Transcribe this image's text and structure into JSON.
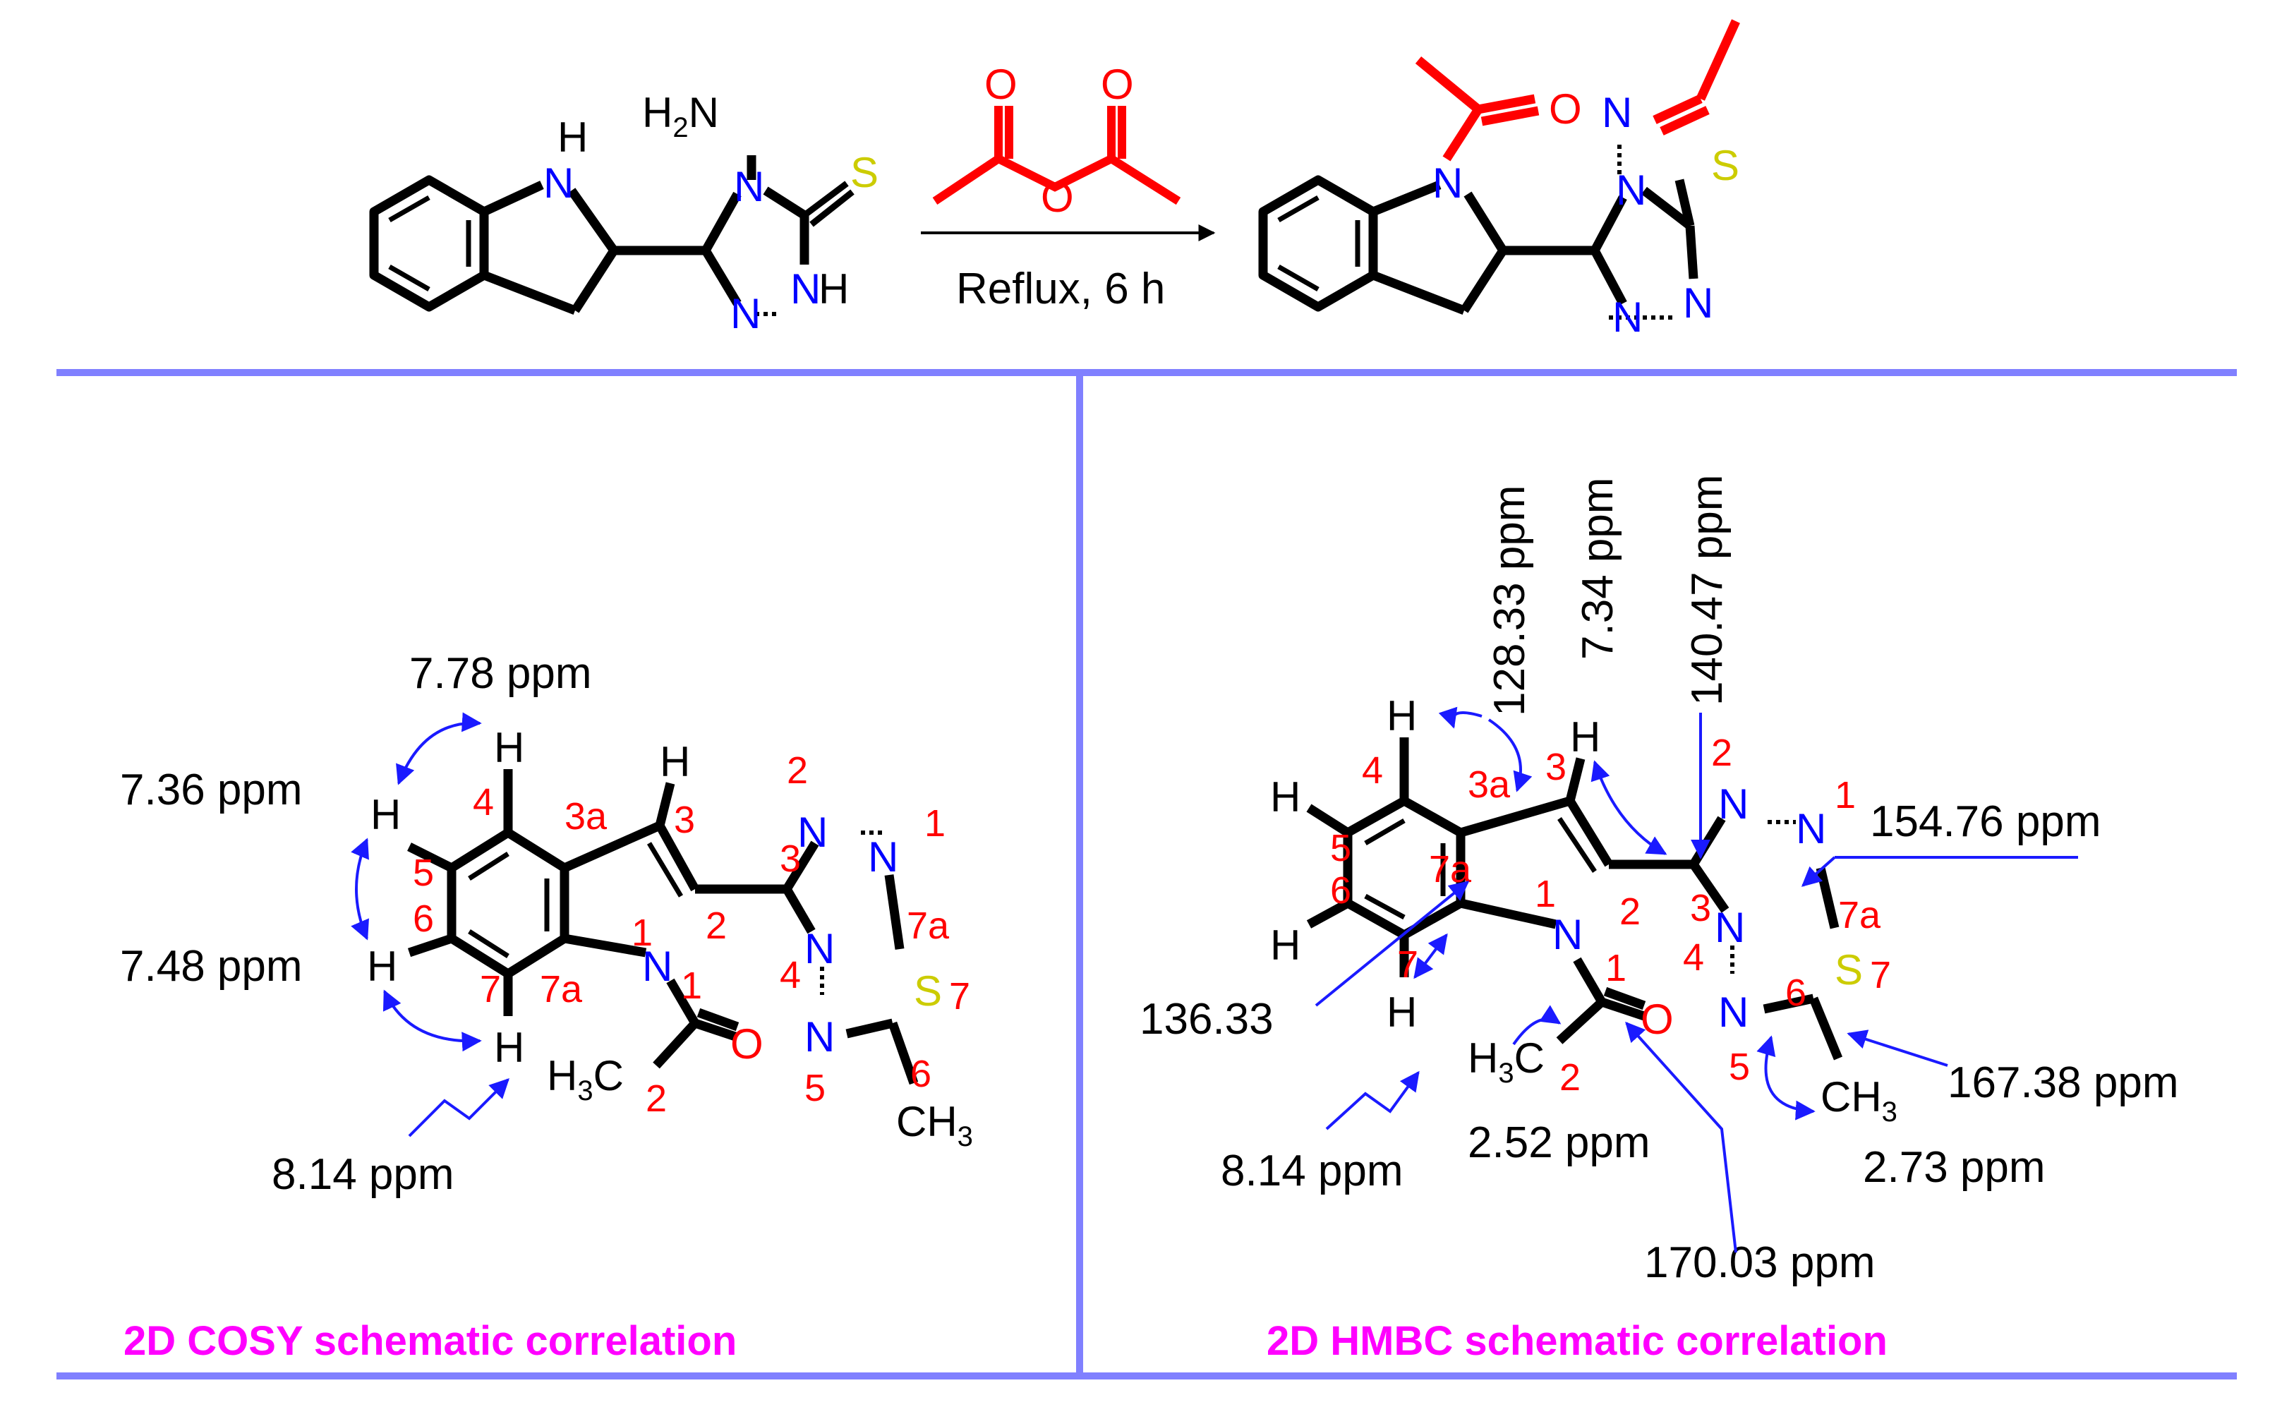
{
  "reaction": {
    "condition": "Reflux, 6 h",
    "reagent_oxygen": "O"
  },
  "cosy": {
    "caption": "2D COSY schematic correlation",
    "shifts": [
      "7.78 ppm",
      "7.36 ppm",
      "7.48 ppm",
      "8.14 ppm"
    ],
    "numbers": [
      "4",
      "3a",
      "3",
      "5",
      "6",
      "7",
      "7a",
      "1",
      "2",
      "3",
      "2",
      "1",
      "7a",
      "4",
      "1",
      "2",
      "5",
      "6",
      "7"
    ]
  },
  "hmbc": {
    "caption": "2D HMBC schematic correlation",
    "shifts": [
      "128.33 ppm",
      "7.34 ppm",
      "140.47 ppm",
      "154.76 ppm",
      "136.33",
      "167.38 ppm",
      "8.14 ppm",
      "2.52 ppm",
      "2.73 ppm",
      "170.03 ppm"
    ],
    "numbers": [
      "4",
      "3a",
      "3",
      "2",
      "1",
      "5",
      "7a",
      "6",
      "1",
      "2",
      "3",
      "7a",
      "7",
      "4",
      "1",
      "6",
      "7",
      "5",
      "2"
    ]
  },
  "colors": {
    "divider": "#8080ff",
    "acetyl": "#ff0000",
    "nitrogen": "#0000ff",
    "sulfur": "#cccc00",
    "caption": "#ff00ff",
    "arrow": "#1a1aff"
  }
}
